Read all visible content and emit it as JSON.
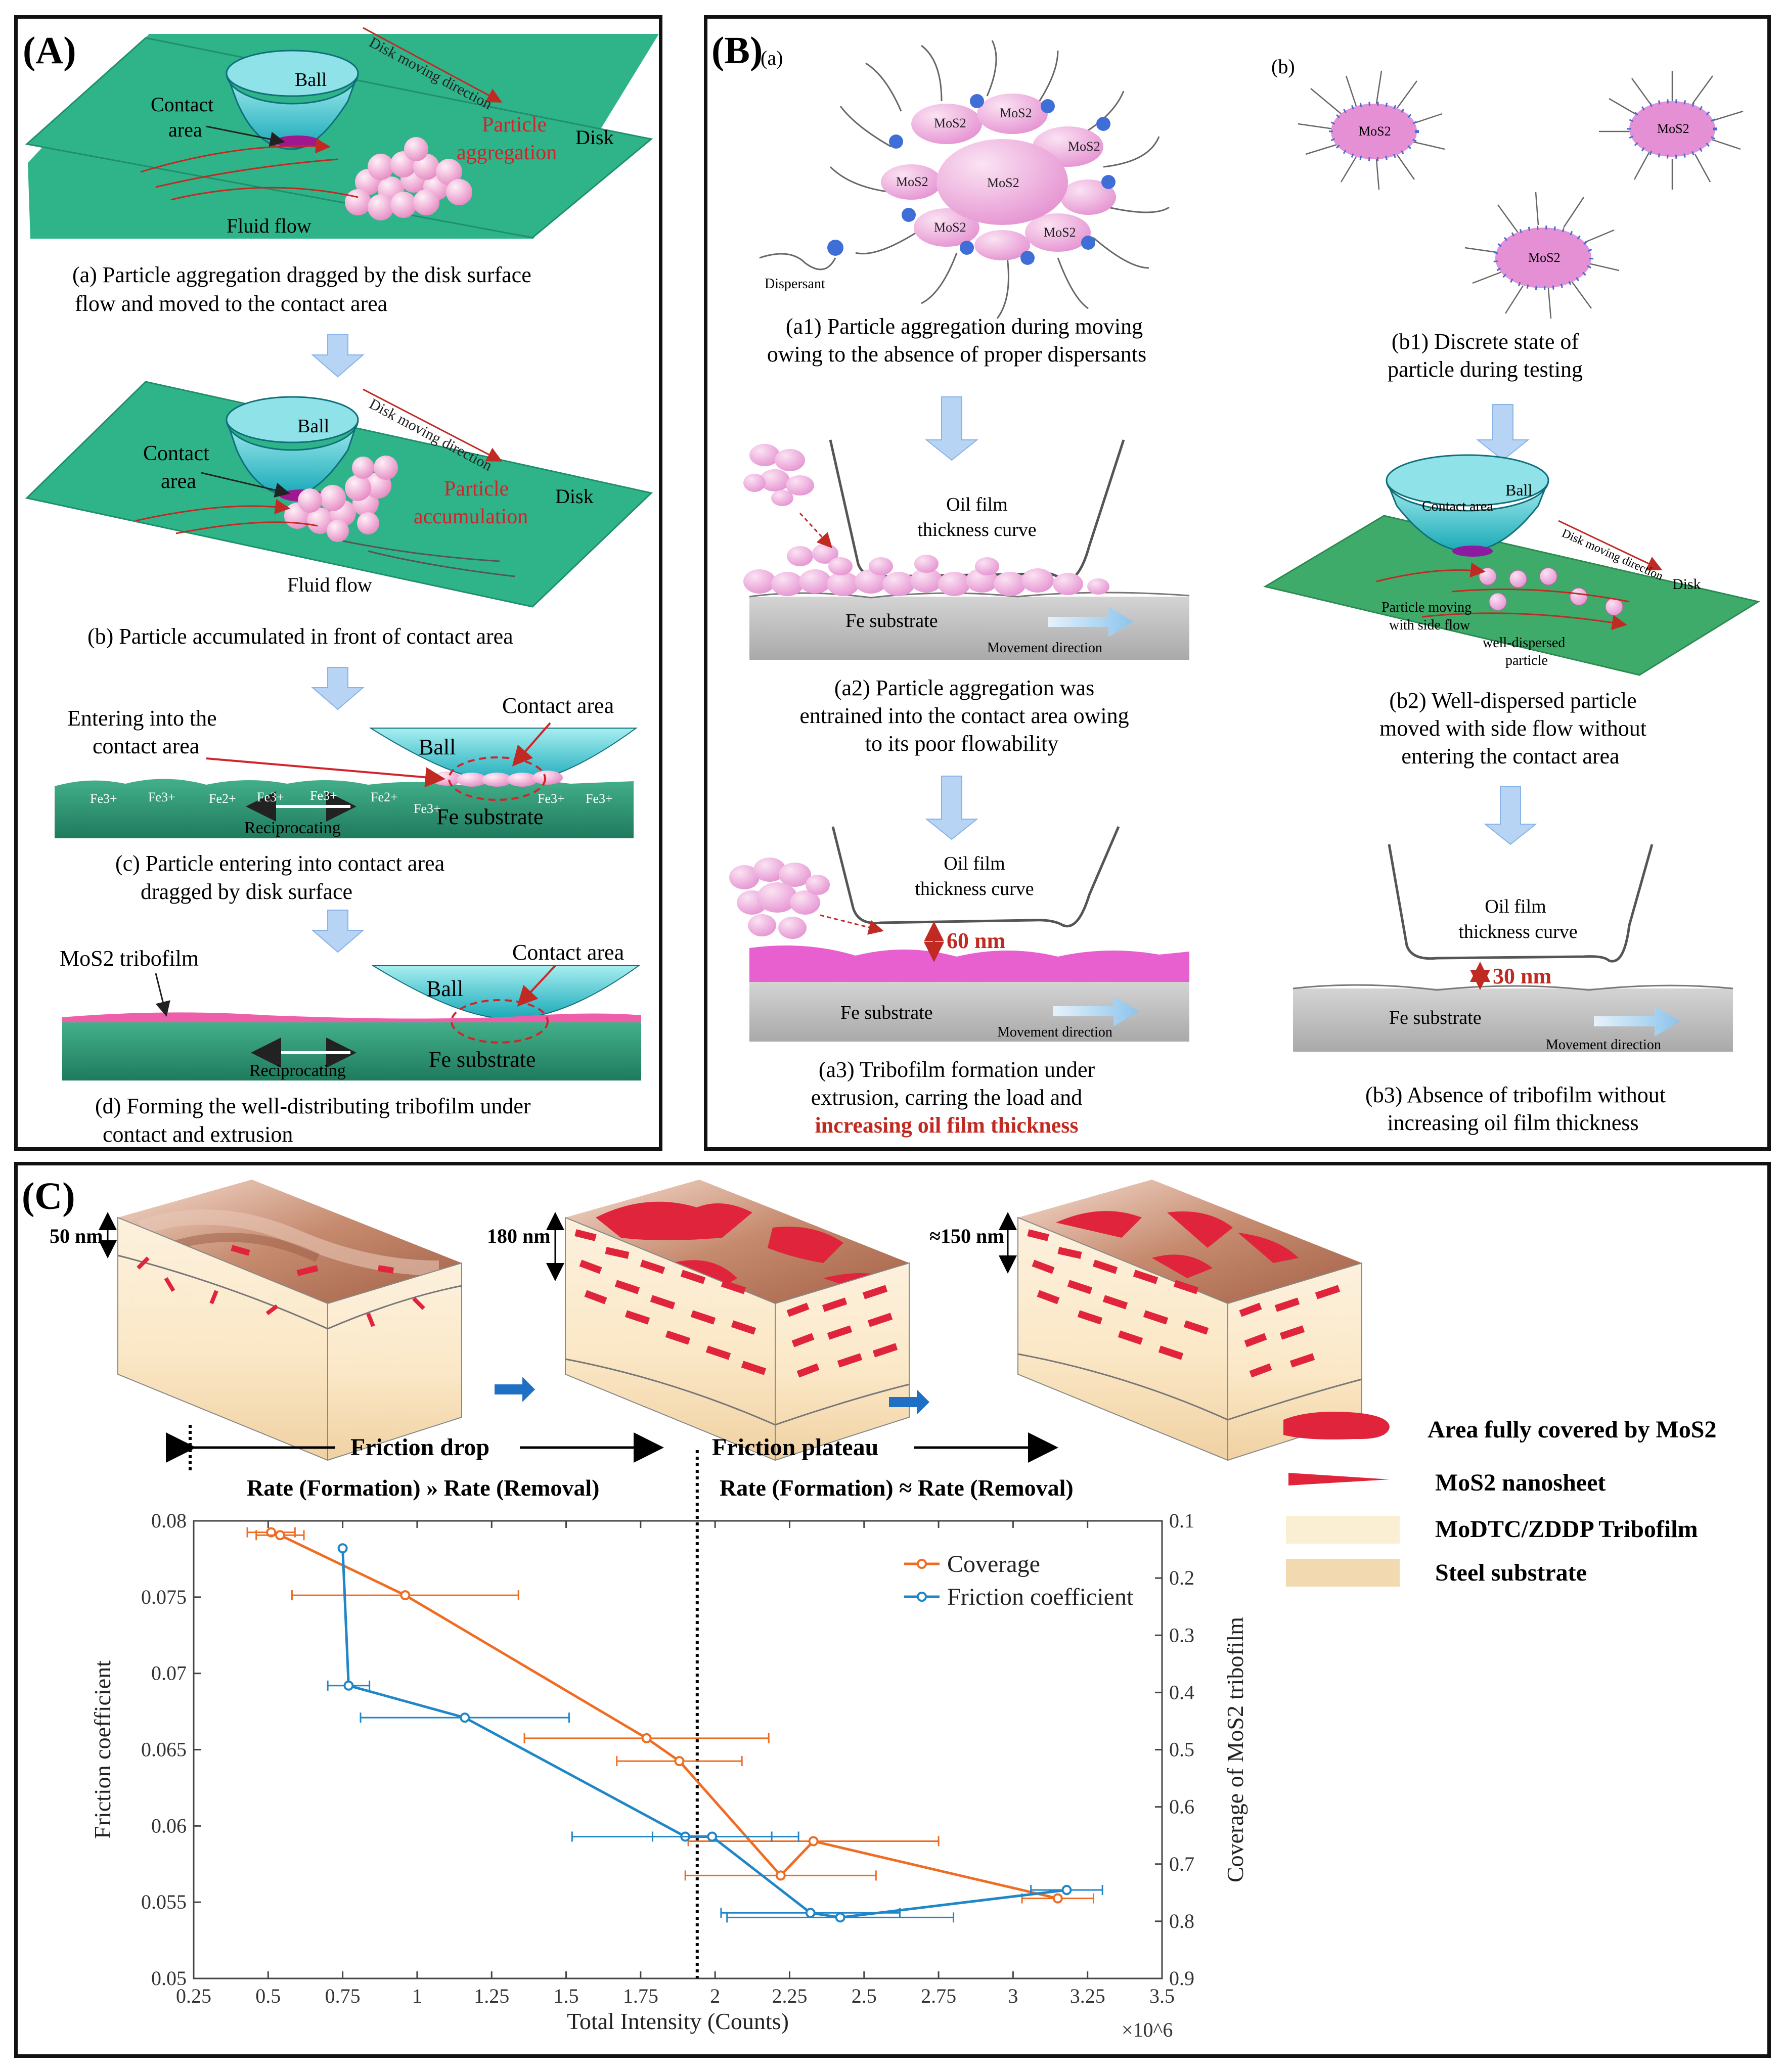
{
  "panelA": {
    "tag": "(A)",
    "a": {
      "ball": "Ball",
      "disk": "Disk",
      "contact": "Contact",
      "area": "area",
      "dir": "Disk moving direction",
      "part1": "Particle",
      "part2": "aggregation",
      "fluid": "Fluid flow",
      "cap1": "(a) Particle aggregation dragged by the disk surface",
      "cap2": "flow and moved to the contact area"
    },
    "b": {
      "ball": "Ball",
      "disk": "Disk",
      "contact": "Contact",
      "area": "area",
      "dir": "Disk moving direction",
      "part1": "Particle",
      "part2": "accumulation",
      "fluid": "Fluid flow",
      "cap1": "(b) Particle accumulated in front of contact area"
    },
    "c": {
      "enter1": "Entering into the",
      "enter2": "contact area",
      "contact": "Contact area",
      "ball": "Ball",
      "sub": "Fe substrate",
      "recip": "Reciprocating",
      "ions": [
        "Fe3+",
        "Fe3+",
        "Fe2+",
        "Fe3+",
        "Fe3+",
        "Fe2+",
        "Fe3+",
        "Fe3+",
        "Fe3+"
      ],
      "cap1": "(c) Particle entering into contact area",
      "cap2": "dragged by disk surface"
    },
    "d": {
      "film": "MoS2 tribofilm",
      "contact": "Contact area",
      "ball": "Ball",
      "sub": "Fe substrate",
      "recip": "Reciprocating",
      "cap1": "(d) Forming the well-distributing tribofilm under",
      "cap2": "contact  and extrusion"
    }
  },
  "panelB": {
    "tag": "(B)",
    "a_tag": "(a)",
    "b_tag": "(b)",
    "mos2": "MoS2",
    "dispersant": "Dispersant",
    "a1_cap1": "(a1) Particle aggregation during moving",
    "a1_cap2": "owing to the absence of proper dispersants",
    "oil1": "Oil film",
    "oil2": "thickness curve",
    "fe": "Fe substrate",
    "move": "Movement direction",
    "a2_cap1": "(a2) Particle aggregation was",
    "a2_cap2": "entrained into the contact area owing",
    "a2_cap3": "to its  poor  flowability",
    "nm60": "60 nm",
    "a3_cap1": "(a3) Tribofilm formation under",
    "a3_cap2": "extrusion, carring the load and",
    "a3_cap3": "increasing oil film thickness",
    "b1_cap1": "(b1) Discrete state of",
    "b1_cap2": "particle during testing",
    "ball": "Ball",
    "contact": "Contact area",
    "dir": "Disk moving direction",
    "disk": "Disk",
    "side1": "Particle moving",
    "side2": "with side flow",
    "wd1": "well-dispersed",
    "wd2": "particle",
    "b2_cap1": "(b2) Well-dispersed particle",
    "b2_cap2": "moved with side flow without",
    "b2_cap3": "entering the contact area",
    "nm30": "30 nm",
    "b3_cap1": "(b3) Absence of tribofilm without",
    "b3_cap2": "increasing oil film thickness"
  },
  "panelC": {
    "tag": "(C)",
    "h1": "50 nm",
    "h2": "180 nm",
    "h3": "≈150 nm",
    "drop": "Friction drop",
    "plateau": "Friction plateau",
    "rate1": "Rate (Formation) » Rate (Removal)",
    "rate2": "Rate (Formation) ≈ Rate (Removal)",
    "legend": [
      {
        "label": "Area fully covered by MoS2",
        "color": "#e0243b"
      },
      {
        "label": "MoS2 nanosheet",
        "color": "#e0243b"
      },
      {
        "label": "MoDTC/ZDDP Tribofilm",
        "color": "#fbefd3"
      },
      {
        "label": "Steel substrate",
        "color": "#f3d9b0"
      }
    ]
  },
  "chart_data": {
    "type": "line",
    "xlabel": "Total Intensity (Counts)",
    "ylabel": "Friction coefficient",
    "y2label": "Coverage of MoS2 tribofilm",
    "xlim": [
      0.25,
      3.5
    ],
    "ylim": [
      0.05,
      0.08
    ],
    "y2lim": [
      0.9,
      0.1
    ],
    "x_multiplier": "×10^6",
    "xticks": [
      "0.25",
      "0.5",
      "0.75",
      "1",
      "1.25",
      "1.5",
      "1.75",
      "2",
      "2.25",
      "2.5",
      "2.75",
      "3",
      "3.25",
      "3.5"
    ],
    "yticks": [
      "0.05",
      "0.055",
      "0.06",
      "0.065",
      "0.07",
      "0.075",
      "0.08"
    ],
    "y2ticks": [
      "0.1",
      "0.2",
      "0.3",
      "0.4",
      "0.5",
      "0.6",
      "0.7",
      "0.8",
      "0.9"
    ],
    "vline_x": 1.94,
    "series": [
      {
        "name": "Coverage",
        "color": "#ef6c22",
        "axis": "y2",
        "x": [
          0.51,
          0.54,
          0.96,
          1.77,
          1.88,
          2.22,
          2.33,
          3.15
        ],
        "y": [
          0.12,
          0.125,
          0.23,
          0.48,
          0.52,
          0.72,
          0.66,
          0.76
        ],
        "xerr": [
          0.08,
          0.08,
          0.38,
          0.41,
          0.21,
          0.32,
          0.42,
          0.12
        ]
      },
      {
        "name": "Friction coefficient",
        "color": "#1f86c8",
        "axis": "y1",
        "x": [
          0.75,
          0.77,
          1.16,
          1.9,
          1.99,
          2.32,
          2.42,
          3.18
        ],
        "y": [
          0.0782,
          0.0692,
          0.0671,
          0.0593,
          0.0593,
          0.0543,
          0.054,
          0.0558
        ],
        "xerr": [
          0.0,
          0.07,
          0.35,
          0.38,
          0.2,
          0.3,
          0.38,
          0.12
        ]
      }
    ]
  }
}
